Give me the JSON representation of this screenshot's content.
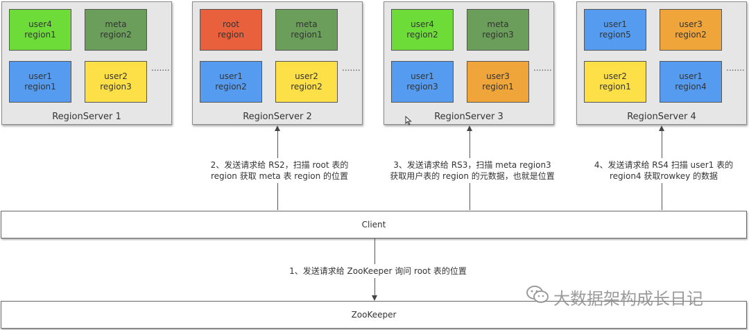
{
  "colors": {
    "green_light": "#6ddc38",
    "green_dark": "#6a9e5a",
    "red": "#e8603c",
    "blue": "#559cf0",
    "yellow": "#fde048",
    "orange": "#f0a53a",
    "client": "#bd88d2",
    "zookeeper": "#82eaf8"
  },
  "servers": [
    {
      "label": "RegionServer 1",
      "regions": [
        {
          "text": "user4\nregion1",
          "color": "green_light"
        },
        {
          "text": "meta\nregion2",
          "color": "green_dark"
        },
        {
          "text": "user1\nregion1",
          "color": "blue"
        },
        {
          "text": "user2\nregion3",
          "color": "yellow"
        }
      ]
    },
    {
      "label": "RegionServer 2",
      "regions": [
        {
          "text": "root\nregion",
          "color": "red"
        },
        {
          "text": "meta\nregion1",
          "color": "green_dark"
        },
        {
          "text": "user1\nregion2",
          "color": "blue"
        },
        {
          "text": "user2\nregion2",
          "color": "yellow"
        }
      ]
    },
    {
      "label": "RegionServer 3",
      "regions": [
        {
          "text": "user4\nregion2",
          "color": "green_light"
        },
        {
          "text": "meta\nregion3",
          "color": "green_dark"
        },
        {
          "text": "user1\nregion3",
          "color": "blue"
        },
        {
          "text": "user3\nregion1",
          "color": "orange"
        }
      ]
    },
    {
      "label": "RegionServer 4",
      "regions": [
        {
          "text": "user1\nregion5",
          "color": "blue"
        },
        {
          "text": "user3\nregion2",
          "color": "orange"
        },
        {
          "text": "user2\nregion1",
          "color": "yellow"
        },
        {
          "text": "user1\nregion4",
          "color": "blue"
        }
      ]
    }
  ],
  "ellipsis": ".......",
  "steps": {
    "step1": "1、发送请求给 ZooKeeper 询问 root 表的位置",
    "step2": "2、发送请求给 RS2，扫描 root 表的\nregion 获取 meta 表 region 的位置",
    "step3": "3、发送请求给 RS3，扫描 meta region3\n获取用户表的 region 的元数据，也就是位置",
    "step4": "4、发送请求给 RS4 扫描 user1 表的\nregion4 获取rowkey 的数据"
  },
  "client_label": "Client",
  "zookeeper_label": "ZooKeeper",
  "watermark": "大数据架构成长日记",
  "watermark_icon": "wechat-icon"
}
